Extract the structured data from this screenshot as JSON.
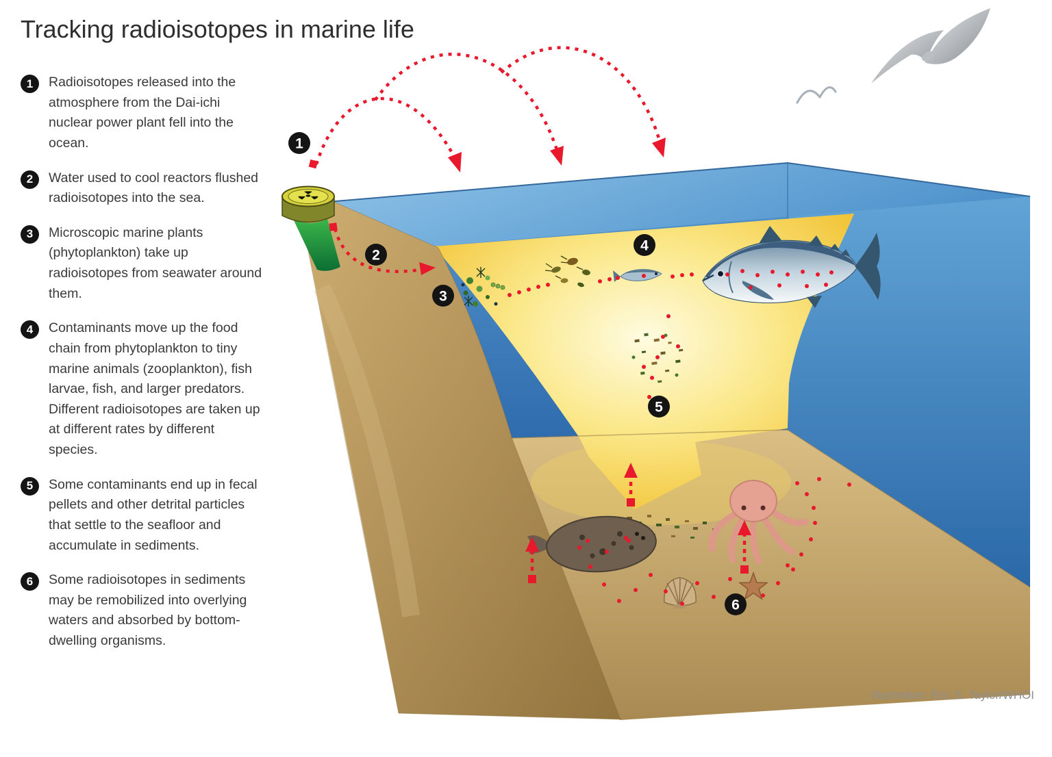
{
  "title": "Tracking radioisotopes in marine life",
  "credit": "Illustration: Eric S. Taylor/WHOI",
  "legend_items": [
    {
      "number": "1",
      "text": "Radioisotopes released into the atmosphere from the Dai-ichi nuclear power plant fell into the ocean."
    },
    {
      "number": "2",
      "text": "Water used to cool reactors flushed radioisotopes into the sea."
    },
    {
      "number": "3",
      "text": "Microscopic marine plants (phytoplankton) take up radioisotopes from seawater around them."
    },
    {
      "number": "4",
      "text": "Contaminants move up the food chain from phytoplankton to tiny marine animals (zooplankton), fish larvae, fish, and larger predators. Different radioisotopes are taken up at different rates by different species."
    },
    {
      "number": "5",
      "text": "Some contaminants end up in fecal pellets and other detrital particles that settle to the seafloor and accumulate in sediments."
    },
    {
      "number": "6",
      "text": "Some radioisotopes in sediments may be remobilized into overlying waters and absorbed by bottom-dwelling organisms."
    }
  ],
  "diagram_markers": [
    {
      "number": "1"
    },
    {
      "number": "2"
    },
    {
      "number": "3"
    },
    {
      "number": "4"
    },
    {
      "number": "5"
    },
    {
      "number": "6"
    }
  ],
  "colors": {
    "radioisotope_red": "#e8192c",
    "ocean_surface_blue": "#5e9fd4",
    "ocean_deep_blue": "#2a68a8",
    "sediment_tan": "#c3a165",
    "foodchain_arrow_yellow": "#f2c12e",
    "marker_black": "#141414"
  },
  "illustration_elements": [
    "seagull-icon",
    "radioactive-waste-container-icon",
    "atmospheric-fallout-arc",
    "cooling-water-discharge-arrow",
    "phytoplankton",
    "zooplankton",
    "fish-larva",
    "tuna",
    "sinking-detritus",
    "flounder",
    "octopus",
    "scallop",
    "starfish",
    "seafloor-sediment"
  ]
}
